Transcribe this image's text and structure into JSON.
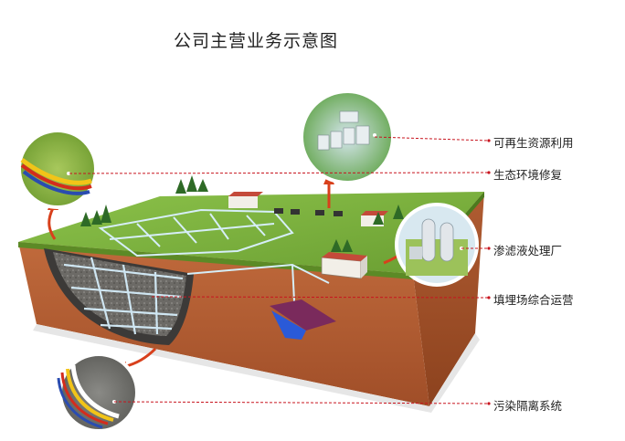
{
  "title": "公司主营业务示意图",
  "labels": {
    "renewable": "可再生资源利用",
    "ecological": "生态环境修复",
    "leachate": "渗滤液处理厂",
    "landfill": "填埋场综合运营",
    "isolation": "污染隔离系统"
  },
  "colors": {
    "leader": "#c8141e",
    "arrow": "#d8401c",
    "grass": "#7fb23c",
    "soil": "#b8643a",
    "liner_yellow": "#f2c418",
    "liner_red": "#d42c1c",
    "liner_blue": "#2a4cb0",
    "pond": "#7a2a5c",
    "water": "#2a5ad8"
  }
}
